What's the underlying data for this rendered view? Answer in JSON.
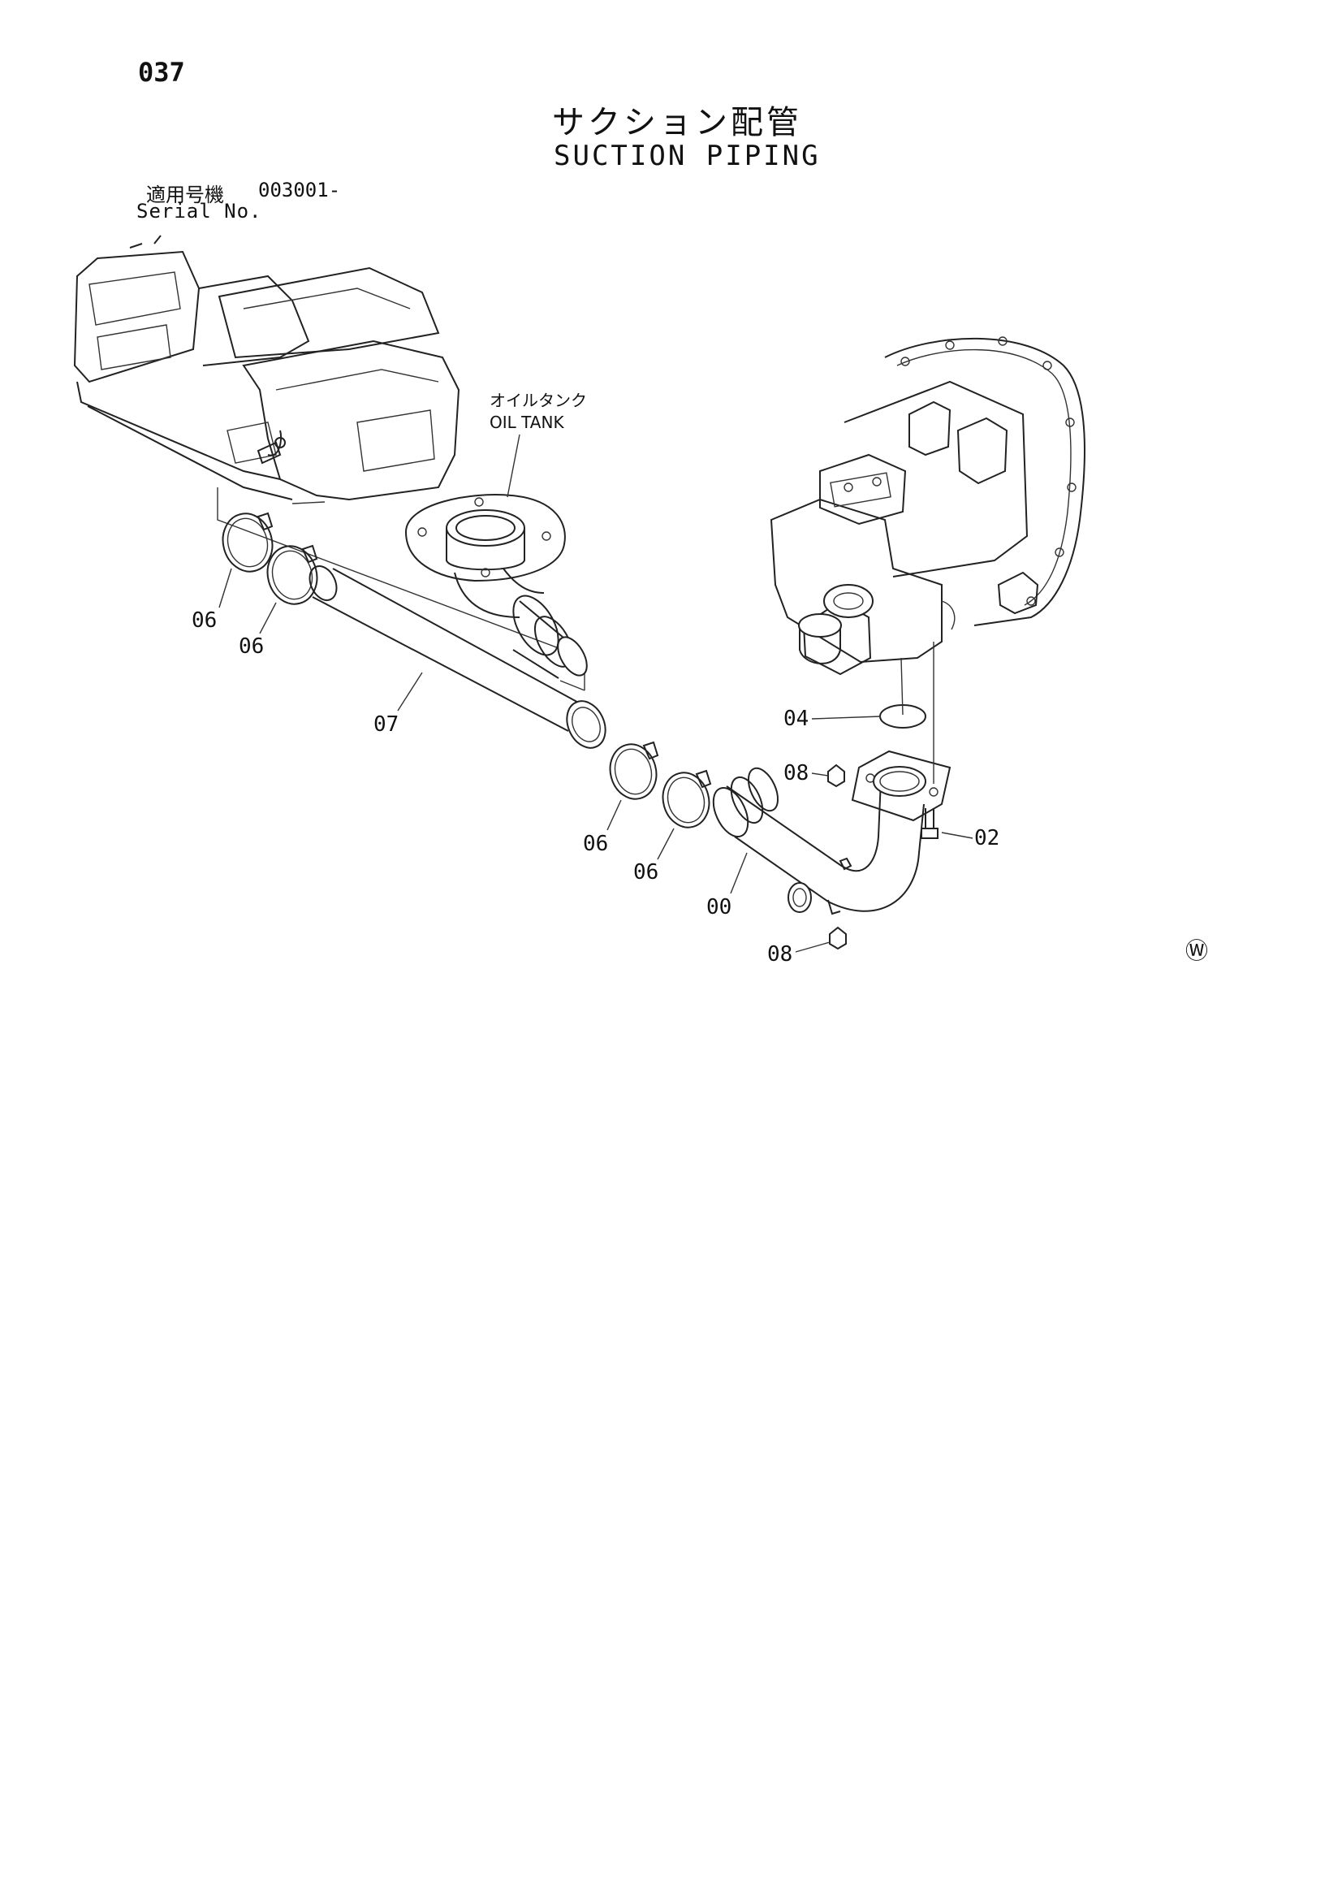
{
  "page": {
    "number": "037"
  },
  "title": {
    "japanese": "サクション配管",
    "english": "SUCTION PIPING"
  },
  "serial": {
    "label_jp": "適用号機",
    "value": "003001-",
    "label_en": "Serial No."
  },
  "callouts": {
    "oil_tank_jp": "オイルタンク",
    "oil_tank_en": "OIL TANK",
    "part_06a": "06",
    "part_06b": "06",
    "part_07": "07",
    "part_06c": "06",
    "part_06d": "06",
    "part_00": "00",
    "part_04": "04",
    "part_08a": "08",
    "part_02": "02",
    "part_08b": "08"
  },
  "mark": {
    "symbol": "Ⓦ"
  }
}
